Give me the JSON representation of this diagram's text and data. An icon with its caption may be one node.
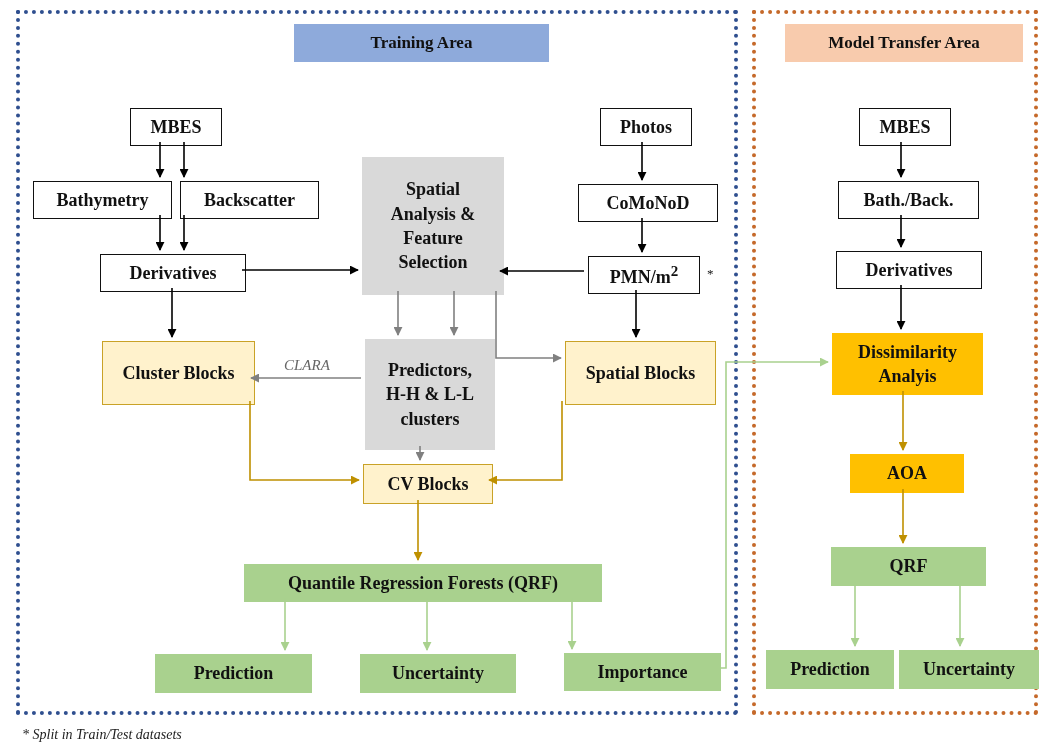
{
  "diagram": {
    "nodes": [
      {
        "text": [
          "Training Area"
        ]
      },
      {
        "text": [
          "MBES"
        ],
        "in": 0
      },
      {
        "text": [
          "Bathymetry"
        ],
        "in": 0
      },
      {
        "text": [
          "Backscatter"
        ],
        "in": 0
      },
      {
        "text": [
          "Derivatives"
        ],
        "in": 0
      },
      {
        "text": [
          "Spatial Analysis & Feature Selection"
        ],
        "in": 0
      },
      {
        "text": [
          "Photos"
        ],
        "in": 0
      },
      {
        "text": [
          "CoMoNoD"
        ],
        "in": 0
      },
      {
        "text": [
          "PMN/m$^{2}$"
        ],
        "in": 0,
        "beside": [
          "*"
        ]
      },
      {
        "text": [
          "Cluster Blocks"
        ],
        "in": 0
      },
      {
        "text": [
          "Predictors, H-H & L-L clusters"
        ],
        "in": 0
      },
      {
        "text": [
          "Spatial Blocks"
        ],
        "in": 0
      },
      {
        "text": [
          "CV Blocks"
        ],
        "in": 0
      },
      {
        "text": [
          "Quantile Regression Forests (QRF)"
        ],
        "in": 0
      },
      {
        "text": [
          "Prediction"
        ],
        "in": 0
      },
      {
        "text": [
          "Uncertainty"
        ],
        "in": 0
      },
      {
        "text": [
          "Importance"
        ],
        "in": 0
      },
      {
        "text": [
          "Model Transfer Area"
        ]
      },
      {
        "text": [
          "MBES"
        ],
        "in": 17
      },
      {
        "text": [
          "Bath./Back."
        ],
        "in": 17
      },
      {
        "text": [
          "Derivatives"
        ],
        "in": 17
      },
      {
        "text": [
          "Dissimilarity Analyis"
        ],
        "in": 17
      },
      {
        "text": [
          "AOA"
        ],
        "in": 17
      },
      {
        "text": [
          "QRF"
        ],
        "in": 17
      },
      {
        "text": [
          "Prediction"
        ],
        "in": 17
      },
      {
        "text": [
          "Uncertainty"
        ],
        "in": 17
      }
    ],
    "edges": [
      {
        "from": 1,
        "to": 2,
        "arrow": "to"
      },
      {
        "from": 1,
        "to": 3,
        "arrow": "to"
      },
      {
        "from": 2,
        "to": 4,
        "arrow": "to"
      },
      {
        "from": 3,
        "to": 4,
        "arrow": "to"
      },
      {
        "from": 4,
        "to": 5,
        "arrow": "to"
      },
      {
        "from": 8,
        "to": 5,
        "arrow": "to"
      },
      {
        "from": 6,
        "to": 7,
        "arrow": "to"
      },
      {
        "from": 7,
        "to": 8,
        "arrow": "to"
      },
      {
        "from": 4,
        "to": 9,
        "arrow": "to"
      },
      {
        "from": 8,
        "to": 11,
        "arrow": "to"
      },
      {
        "from": 5,
        "to": 10,
        "arrow": "to",
        "color": "#808080"
      },
      {
        "from": 5,
        "to": 10,
        "arrow": "to",
        "color": "#808080"
      },
      {
        "from": 5,
        "to": 11,
        "arrow": "to",
        "color": "#808080"
      },
      {
        "from": 10,
        "to": 9,
        "arrow": "to",
        "label": "CLARA",
        "color": "#808080"
      },
      {
        "from": 10,
        "to": 12,
        "arrow": "to",
        "color": "#808080"
      },
      {
        "from": 9,
        "to": 12,
        "arrow": "to",
        "color": "#bf9000"
      },
      {
        "from": 11,
        "to": 12,
        "arrow": "to",
        "color": "#bf9000"
      },
      {
        "from": 12,
        "to": 13,
        "arrow": "to",
        "color": "#bf9000"
      },
      {
        "from": 13,
        "to": 14,
        "arrow": "to",
        "color": "#a9d18e"
      },
      {
        "from": 13,
        "to": 15,
        "arrow": "to",
        "color": "#a9d18e"
      },
      {
        "from": 13,
        "to": 16,
        "arrow": "to",
        "color": "#a9d18e"
      },
      {
        "from": 16,
        "to": 21,
        "arrow": "to",
        "color": "#a9d18e"
      },
      {
        "from": 18,
        "to": 19,
        "arrow": "to"
      },
      {
        "from": 19,
        "to": 20,
        "arrow": "to"
      },
      {
        "from": 20,
        "to": 21,
        "arrow": "to"
      },
      {
        "from": 21,
        "to": 22,
        "arrow": "to",
        "color": "#bf9000"
      },
      {
        "from": 22,
        "to": 23,
        "arrow": "to",
        "color": "#bf9000"
      },
      {
        "from": 23,
        "to": 24,
        "arrow": "to",
        "color": "#a9d18e"
      },
      {
        "from": 23,
        "to": 25,
        "arrow": "to",
        "color": "#a9d18e"
      }
    ],
    "labels": [
      "* Split in Train/Test datasets"
    ]
  }
}
